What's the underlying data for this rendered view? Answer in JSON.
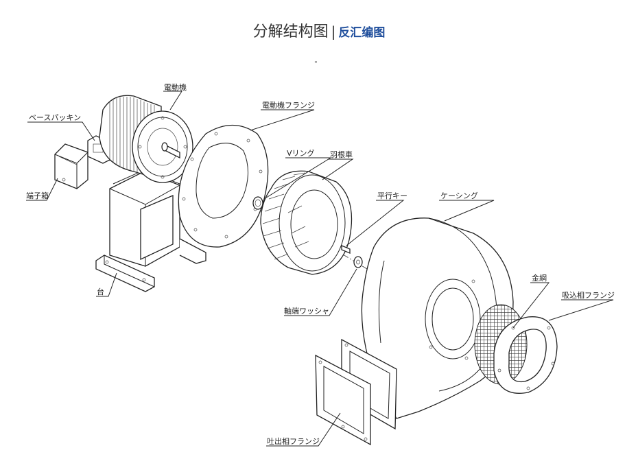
{
  "header": {
    "title": "分解结构图",
    "separator": "|",
    "brand": "反汇编图",
    "brand_color": "#1f4e9c"
  },
  "quote_mark": "\"",
  "parts": {
    "motor": "電動機",
    "base_packing": "ベースパッキン",
    "terminal_box": "端子箱",
    "stand": "台",
    "motor_flange": "電動機フランジ",
    "v_ring": "Vリング",
    "impeller": "羽根車",
    "parallel_key": "平行キー",
    "casing": "ケーシング",
    "shaft_washer": "軸端ワッシャ",
    "wire_mesh": "金網",
    "suction_flange": "吸込相フランジ",
    "discharge_flange": "吐出相フランジ"
  }
}
